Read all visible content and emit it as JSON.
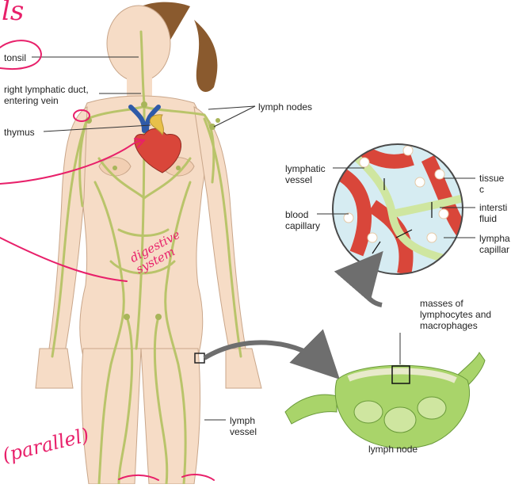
{
  "labels": {
    "tonsil": "tonsil",
    "right_duct": "right lymphatic duct,\nentering vein",
    "thymus": "thymus",
    "lymph_nodes": "lymph nodes",
    "lymphatic_vessel": "lymphatic\nvessel",
    "blood_capillary": "blood\ncapillary",
    "tissue_cells": "tissue c",
    "interstitial_fluid": "intersti\nfluid",
    "lymphatic_capillary": "lympha\ncapillar",
    "masses": "masses of\nlymphocytes and\nmacrophages",
    "lymph_vessel": "lymph\nvessel",
    "lymph_node": "lymph node"
  },
  "annotations": {
    "top": "ls",
    "digestive": "digestive\nsystem",
    "parallel": "(parallel)"
  },
  "colors": {
    "lymph": "#b9c46a",
    "skin": "#f6dcc6",
    "hair": "#8a5a2e",
    "blood": "#d9463a",
    "vein": "#2f5aa8",
    "node_green": "#a9d46a",
    "annotation_ink": "#e8206a"
  }
}
